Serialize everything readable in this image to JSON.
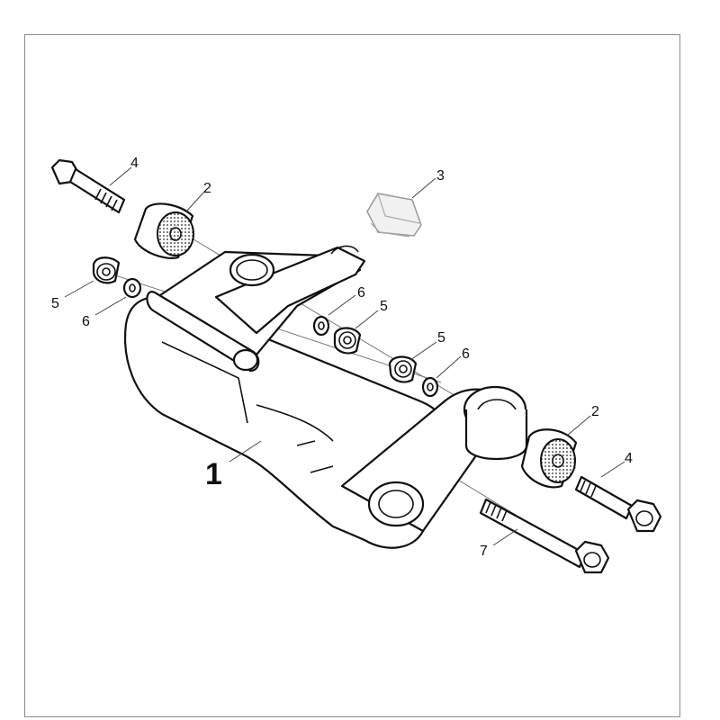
{
  "callouts": {
    "swingarm": "1",
    "bushing_left": "2",
    "bushing_right": "2",
    "rubber_block": "3",
    "bolt_left": "4",
    "bolt_right": "4",
    "nut_left": "5",
    "nut_mid": "5",
    "nut_right": "5",
    "washer_left": "6",
    "washer_mid": "6",
    "washer_right": "6",
    "long_bolt": "7"
  }
}
